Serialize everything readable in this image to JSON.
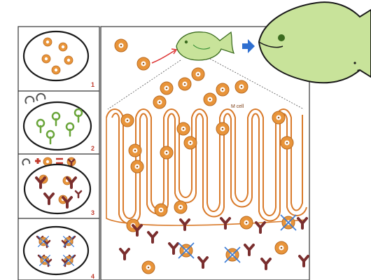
{
  "figure": {
    "panels": [
      {
        "number": "1"
      },
      {
        "number": "2"
      },
      {
        "number": "3"
      },
      {
        "number": "4"
      }
    ],
    "m_cell_label": "M cell",
    "arrow_icon": "right-arrow-icon",
    "colors": {
      "bacterium_outer": "#e8943a",
      "bacterium_inner": "#ffffff",
      "fish_fill": "#c8e39a",
      "fish_stroke": "#3b6b1f",
      "intestine_stroke": "#d97a2a",
      "antibody": "#7a2e2e",
      "receptor_green": "#6aa53a",
      "cross_blue": "#3a7bd5",
      "number_red": "#c0392b",
      "arrow_blue": "#2f6fd0"
    }
  }
}
